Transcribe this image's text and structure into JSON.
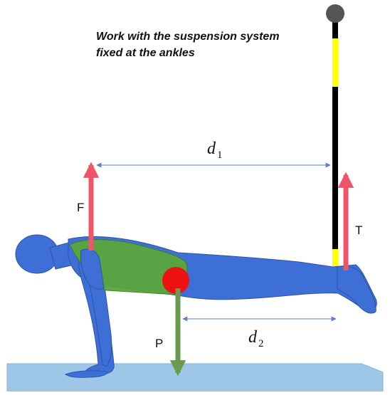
{
  "caption": {
    "line1": "Work with the suspension system",
    "line2": "fixed at the ankles"
  },
  "labels": {
    "force_f": "F",
    "tension_t": "T",
    "weight_p": "P",
    "distance_1_symbol": "d",
    "distance_1_subscript": "1",
    "distance_2_symbol": "d",
    "distance_2_subscript": "2"
  },
  "colors": {
    "body": "#3d6fd6",
    "torso_muscle": "#5aa63c",
    "center_of_mass": "#ee1111",
    "force_arrows": "#ee5566",
    "weight_arrow": "#6a9a4f",
    "distance_arrows": "#5b7fc4",
    "strap_main": "#000000",
    "strap_accent": "#ffff00",
    "anchor": "#555555",
    "floor": "#9ec6e6"
  },
  "icons": {
    "anchor": "anchor-knob-icon",
    "center_of_mass": "center-of-mass-dot"
  }
}
